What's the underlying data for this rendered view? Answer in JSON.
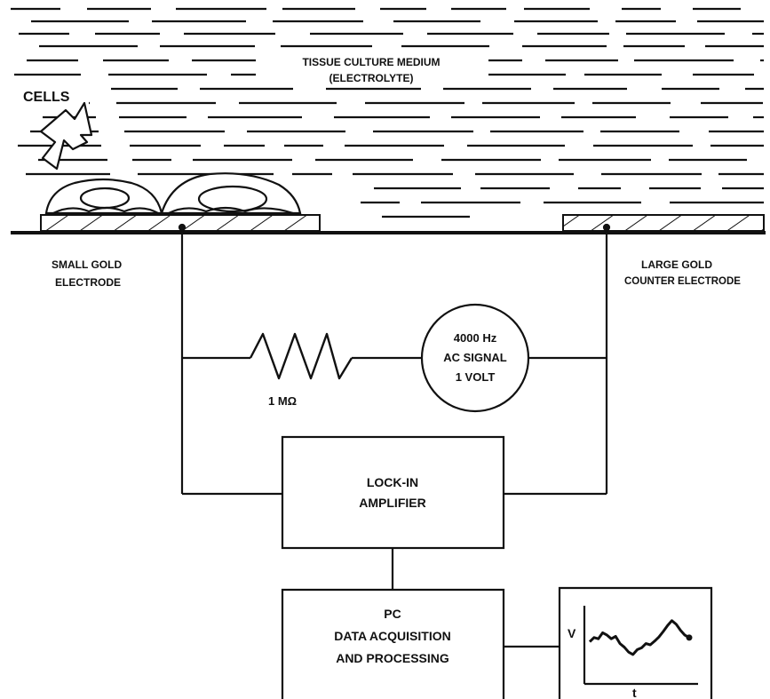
{
  "medium": {
    "line1": "TISSUE CULTURE MEDIUM",
    "line2": "(ELECTROLYTE)"
  },
  "cells_label": "CELLS",
  "small_electrode": {
    "line1": "SMALL GOLD",
    "line2": "ELECTRODE"
  },
  "large_electrode": {
    "line1": "LARGE  GOLD",
    "line2": "COUNTER ELECTRODE"
  },
  "resistor_label": "1 MΩ",
  "source": {
    "line1": "4000 Hz",
    "line2": "AC SIGNAL",
    "line3": "1 VOLT"
  },
  "amplifier": {
    "line1": "LOCK-IN",
    "line2": "AMPLIFIER"
  },
  "pc": {
    "line1": "PC",
    "line2": "DATA ACQUISITION",
    "line3": "AND PROCESSING"
  },
  "plot": {
    "ylabel": "V",
    "xlabel": "t",
    "trace": [
      0.55,
      0.62,
      0.6,
      0.7,
      0.66,
      0.6,
      0.64,
      0.52,
      0.46,
      0.38,
      0.34,
      0.42,
      0.45,
      0.52,
      0.5,
      0.56,
      0.63,
      0.72,
      0.82,
      0.9,
      0.84,
      0.74,
      0.66,
      0.62
    ]
  },
  "colors": {
    "ink": "#111111",
    "background": "#ffffff"
  }
}
